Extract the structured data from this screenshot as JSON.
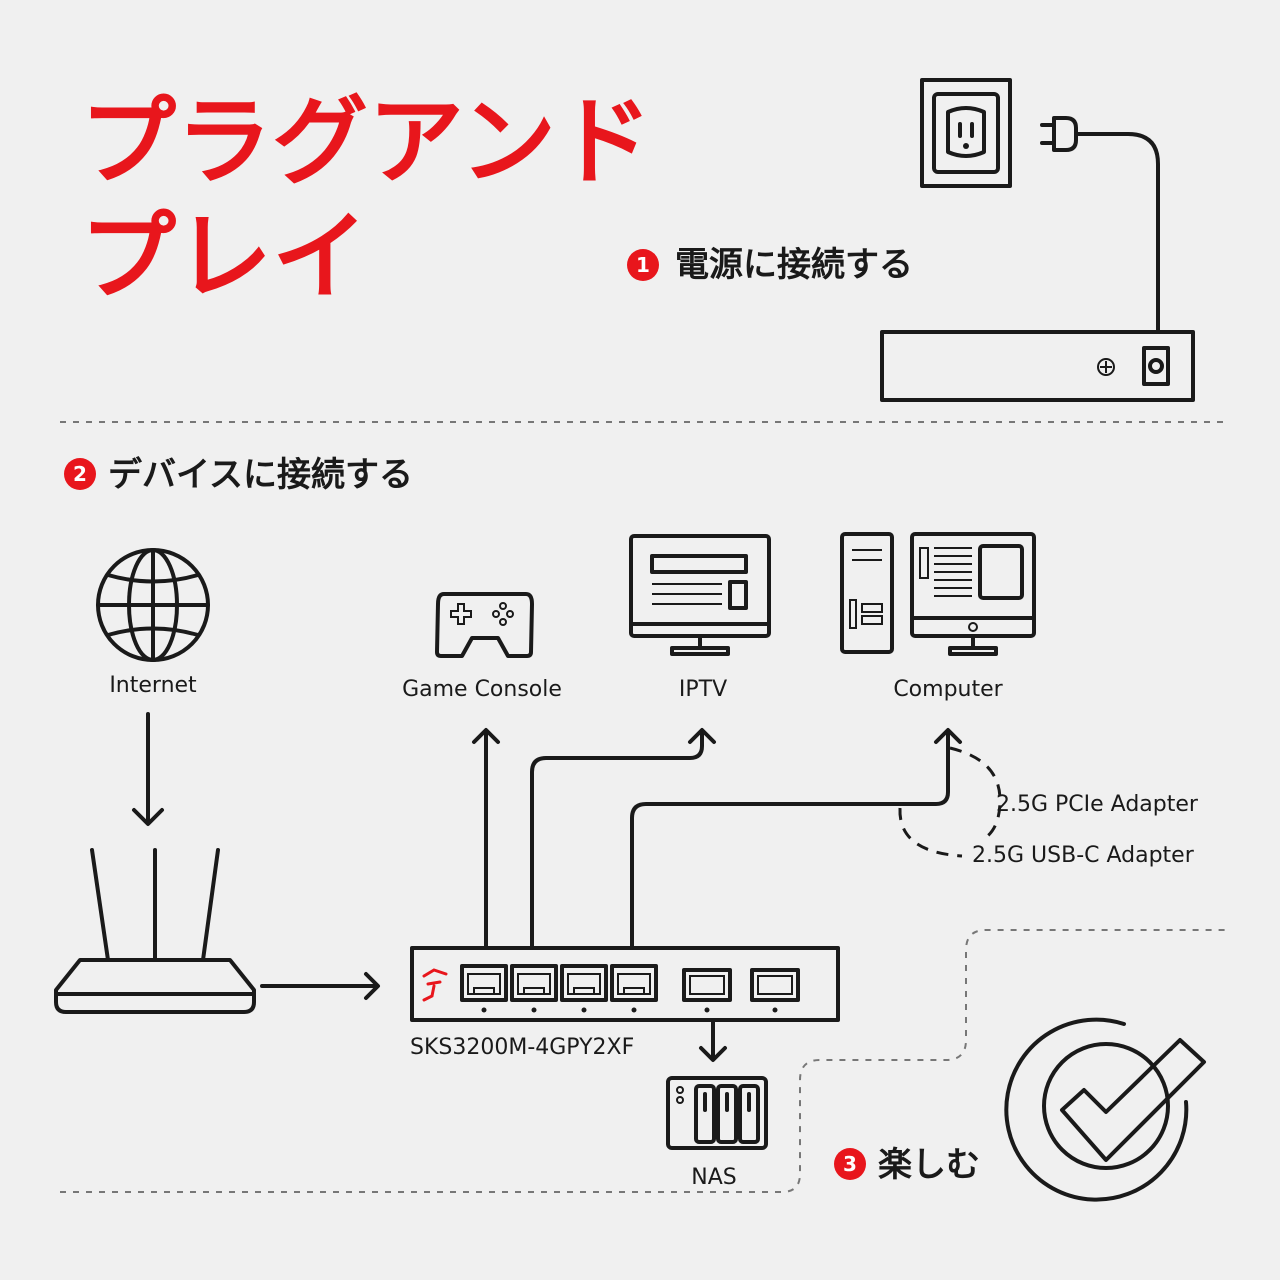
{
  "title": {
    "line1": "プラグアンド",
    "line2": "プレイ"
  },
  "steps": [
    {
      "number": "1",
      "text": "電源に接続する"
    },
    {
      "number": "2",
      "text": "デバイスに接続する"
    },
    {
      "number": "3",
      "text": "楽しむ"
    }
  ],
  "devices": {
    "internet": "Internet",
    "game_console": "Game Console",
    "iptv": "IPTV",
    "computer": "Computer",
    "nas": "NAS",
    "switch_model": "SKS3200M-4GPY2XF"
  },
  "adapters": {
    "pcie": "2.5G PCIe Adapter",
    "usbc": "2.5G USB-C Adapter"
  },
  "colors": {
    "accent": "#e8161c",
    "ink": "#1a1a1a",
    "background": "#f0f0f0"
  },
  "icons": [
    "power-outlet-icon",
    "power-plug-icon",
    "globe-icon",
    "router-icon",
    "game-controller-icon",
    "tv-icon",
    "desktop-computer-icon",
    "nas-icon",
    "network-switch-icon",
    "check-circle-icon",
    "brand-logo-icon"
  ]
}
